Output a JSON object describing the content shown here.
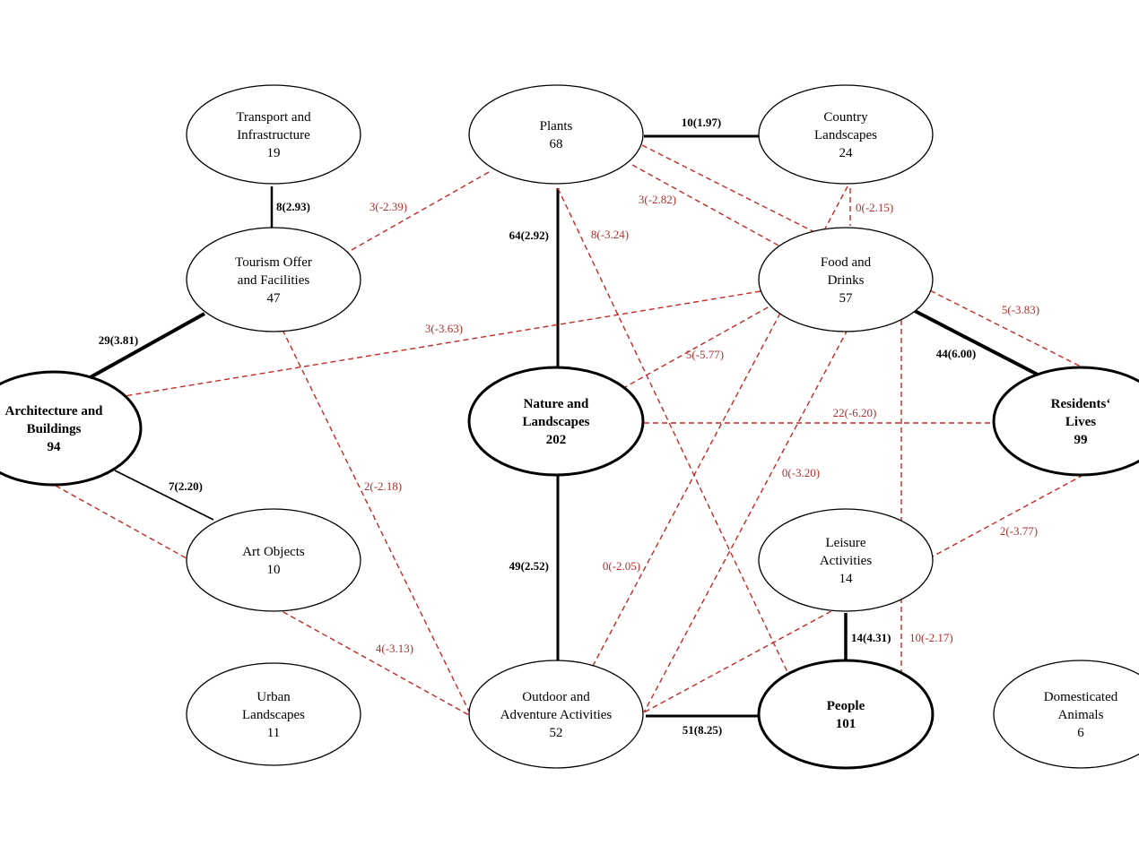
{
  "diagram": {
    "nodes": [
      {
        "id": "transport",
        "lines": [
          "Transport and",
          "Infrastructure",
          "19"
        ],
        "emphasis": false
      },
      {
        "id": "plants",
        "lines": [
          "Plants",
          "68"
        ],
        "emphasis": false
      },
      {
        "id": "country",
        "lines": [
          "Country",
          "Landscapes",
          "24"
        ],
        "emphasis": false
      },
      {
        "id": "tourism",
        "lines": [
          "Tourism Offer",
          "and Facilities",
          "47"
        ],
        "emphasis": false
      },
      {
        "id": "food",
        "lines": [
          "Food and",
          "Drinks",
          "57"
        ],
        "emphasis": false
      },
      {
        "id": "architecture",
        "lines": [
          "Architecture and",
          "Buildings",
          "94"
        ],
        "emphasis": true
      },
      {
        "id": "nature",
        "lines": [
          "Nature and",
          "Landscapes",
          "202"
        ],
        "emphasis": true
      },
      {
        "id": "residents",
        "lines": [
          "Residents‘",
          "Lives",
          "99"
        ],
        "emphasis": true
      },
      {
        "id": "art",
        "lines": [
          "Art Objects",
          "10"
        ],
        "emphasis": false
      },
      {
        "id": "leisure",
        "lines": [
          "Leisure",
          "Activities",
          "14"
        ],
        "emphasis": false
      },
      {
        "id": "urban",
        "lines": [
          "Urban",
          "Landscapes",
          "11"
        ],
        "emphasis": false
      },
      {
        "id": "outdoor",
        "lines": [
          "Outdoor and",
          "Adventure Activities",
          "52"
        ],
        "emphasis": false
      },
      {
        "id": "people",
        "lines": [
          "People",
          "101"
        ],
        "emphasis": true
      },
      {
        "id": "domesticated",
        "lines": [
          "Domesticated",
          "Animals",
          "6"
        ],
        "emphasis": false
      }
    ],
    "edges": [
      {
        "id": "transport-tourism",
        "from": "transport",
        "to": "tourism",
        "label": "8(2.93)",
        "polarity": "positive",
        "weight": 2.5
      },
      {
        "id": "plants-country",
        "from": "plants",
        "to": "country",
        "label": "10(1.97)",
        "polarity": "positive",
        "weight": 3
      },
      {
        "id": "tourism-architecture",
        "from": "tourism",
        "to": "architecture",
        "label": "29(3.81)",
        "polarity": "positive",
        "weight": 4
      },
      {
        "id": "plants-nature",
        "from": "plants",
        "to": "nature",
        "label": "64(2.92)",
        "polarity": "positive",
        "weight": 3
      },
      {
        "id": "food-residents",
        "from": "food",
        "to": "residents",
        "label": "44(6.00)",
        "polarity": "positive",
        "weight": 4
      },
      {
        "id": "architecture-art",
        "from": "architecture",
        "to": "art",
        "label": "7(2.20)",
        "polarity": "positive",
        "weight": 1.8
      },
      {
        "id": "nature-outdoor",
        "from": "nature",
        "to": "outdoor",
        "label": "49(2.52)",
        "polarity": "positive",
        "weight": 3
      },
      {
        "id": "leisure-people",
        "from": "leisure",
        "to": "people",
        "label": "14(4.31)",
        "polarity": "positive",
        "weight": 3.5
      },
      {
        "id": "outdoor-people",
        "from": "outdoor",
        "to": "people",
        "label": "51(8.25)",
        "polarity": "positive",
        "weight": 3
      },
      {
        "id": "plants-tourism",
        "from": "plants",
        "to": "tourism",
        "label": "3(-2.39)",
        "polarity": "negative"
      },
      {
        "id": "plants-food",
        "from": "plants",
        "to": "food",
        "label": "3(-2.82)",
        "polarity": "negative"
      },
      {
        "id": "plants-people",
        "from": "plants",
        "to": "people",
        "label": "8(-3.24)",
        "polarity": "negative"
      },
      {
        "id": "plants-residents",
        "from": "plants",
        "to": "residents",
        "label": "5(-3.83)",
        "polarity": "negative"
      },
      {
        "id": "country-food",
        "from": "country",
        "to": "food",
        "label": "0(-2.15)",
        "polarity": "negative"
      },
      {
        "id": "country-outdoor",
        "from": "country",
        "to": "outdoor",
        "label": "0(-2.05)",
        "polarity": "negative"
      },
      {
        "id": "food-architecture",
        "from": "food",
        "to": "architecture",
        "label": "3(-3.63)",
        "polarity": "negative"
      },
      {
        "id": "food-nature",
        "from": "food",
        "to": "nature",
        "label": "5(-5.77)",
        "polarity": "negative"
      },
      {
        "id": "food-outdoor",
        "from": "food",
        "to": "outdoor",
        "label": "0(-3.20)",
        "polarity": "negative"
      },
      {
        "id": "food-people",
        "from": "food",
        "to": "people",
        "label": "10(-2.17)",
        "polarity": "negative"
      },
      {
        "id": "nature-residents",
        "from": "nature",
        "to": "residents",
        "label": "22(-6.20)",
        "polarity": "negative"
      },
      {
        "id": "tourism-outdoor",
        "from": "tourism",
        "to": "outdoor",
        "label": "2(-2.18)",
        "polarity": "negative"
      },
      {
        "id": "architecture-outdoor",
        "from": "architecture",
        "to": "outdoor",
        "label": "4(-3.13)",
        "polarity": "negative"
      },
      {
        "id": "residents-outdoor",
        "from": "residents",
        "to": "outdoor",
        "label": "2(-3.77)",
        "polarity": "negative"
      }
    ]
  }
}
